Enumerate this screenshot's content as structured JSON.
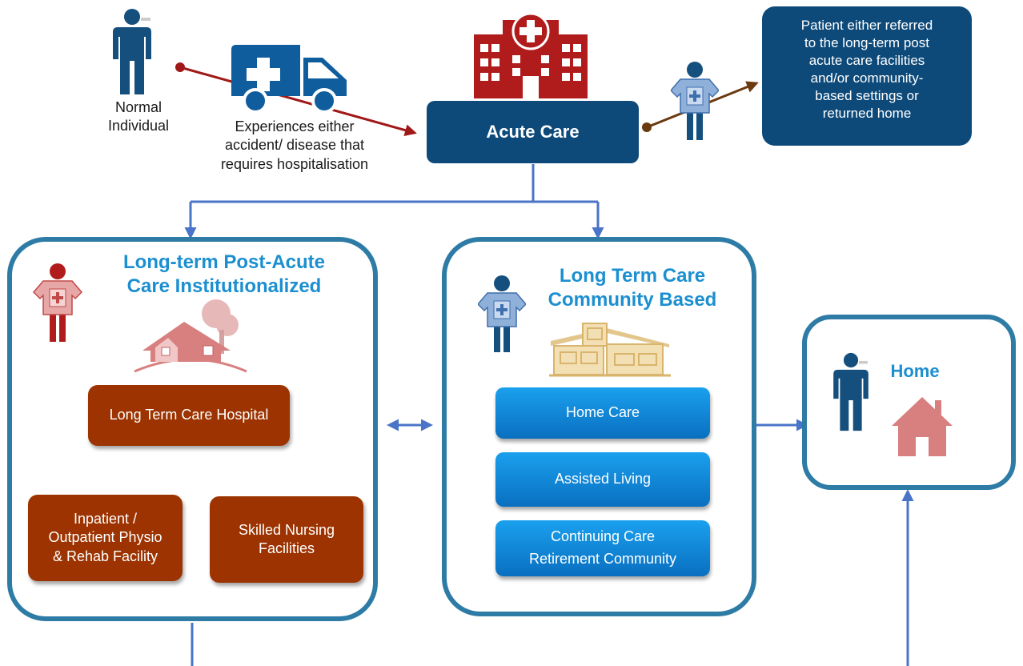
{
  "top": {
    "normal_individual": "Normal\nIndividual",
    "experience_text": "Experiences either\naccident/ disease that\nrequires hospitalisation",
    "acute_care": "Acute Care",
    "referral_text": "Patient either referred\nto the long-term post\nacute care facilities\nand/or community-\nbased settings or\nreturned home"
  },
  "ltpac": {
    "title": "Long-term Post-Acute\nCare Institutionalized",
    "items": [
      "Long Term Care Hospital",
      "Inpatient /\nOutpatient Physio\n& Rehab Facility",
      "Skilled Nursing\nFacilities"
    ]
  },
  "ltc_community": {
    "title": "Long Term Care\nCommunity Based",
    "items": [
      "Home Care",
      "Assisted Living",
      "Continuing Care\nRetirement Community"
    ]
  },
  "home": {
    "title": "Home"
  },
  "colors": {
    "navy": "#0d4a7a",
    "panel_border": "#2e7ca6",
    "panel_title": "#1b8fd0",
    "brown": "#9c3300",
    "arrow_blue": "#4a74c8",
    "arrow_red": "#a01818",
    "arrow_brown": "#6b3a0f",
    "hospital_red": "#b01c1c",
    "house_pink": "#d87f7f"
  },
  "icons": [
    "person-icon",
    "ambulance-icon",
    "hospital-icon",
    "patient-icon",
    "house-icon"
  ]
}
